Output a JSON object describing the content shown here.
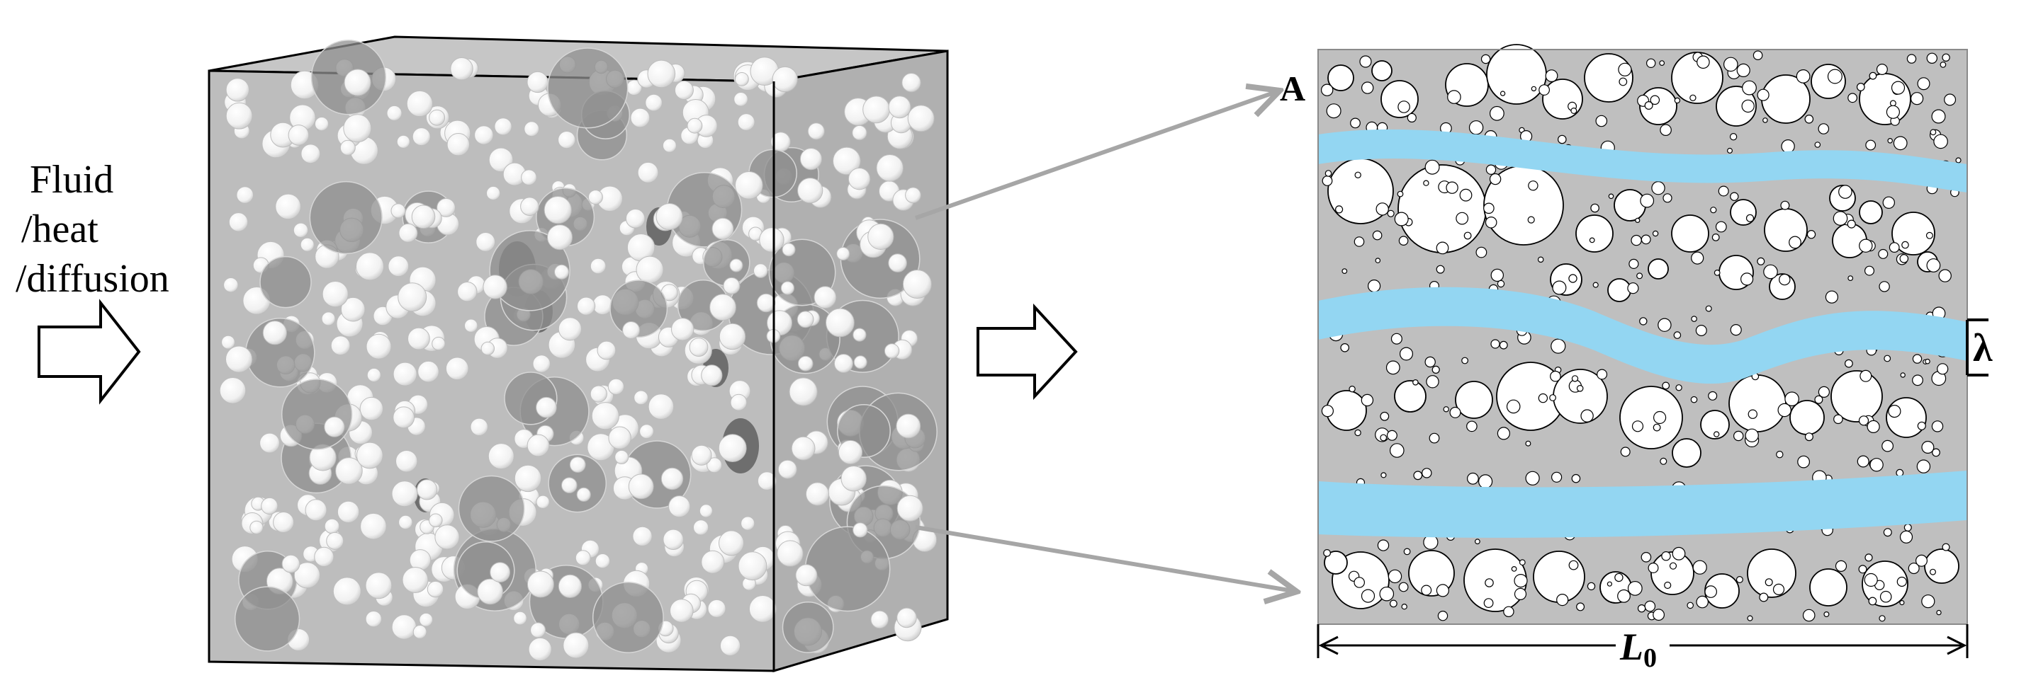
{
  "input_label": {
    "line1": "Fluid",
    "line2": "/heat",
    "line3": "/diffusion"
  },
  "labels": {
    "point": "A",
    "gap": "λ",
    "length_main": "L",
    "length_sub": "0"
  },
  "colors": {
    "matrix": "#bfbfbf",
    "cube_front": "#bdbdbd",
    "cube_top": "#c6c6c6",
    "cube_side": "#b0b0b0",
    "channel": "#93d6f2",
    "pore": "#ffffff",
    "pointer": "#a6a6a6",
    "outline": "#000000"
  }
}
